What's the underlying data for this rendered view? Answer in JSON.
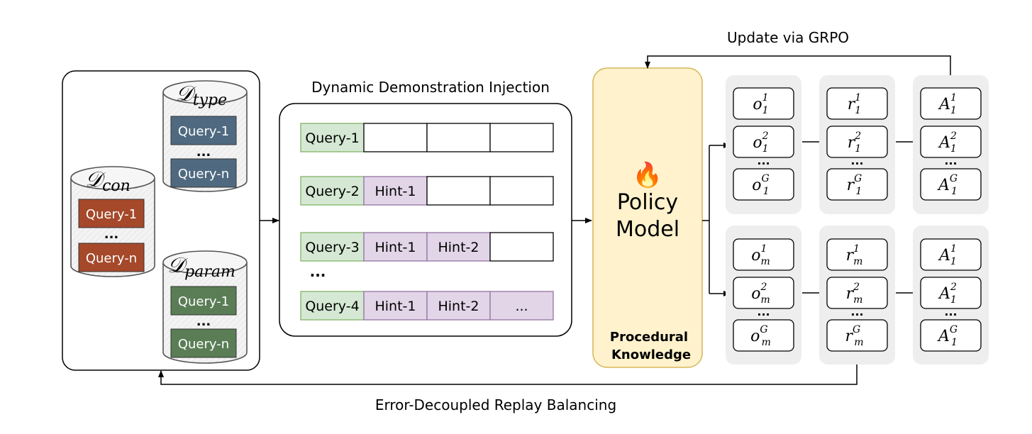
{
  "labels": {
    "update_via_grpo": "Update via GRPO",
    "dynamic_demo": "Dynamic Demonstration Injection",
    "replay_balancing": "Error-Decoupled Replay Balancing",
    "policy_line1": "Policy",
    "policy_line2": "Model",
    "procedural_line1": "Procedural",
    "procedural_line2": "Knowledge",
    "dots": "...",
    "fire_icon": "🔥"
  },
  "databases": {
    "con": {
      "symbol": "𝒟",
      "subscript": "con",
      "query_first": "Query-1",
      "query_last": "Query-n",
      "dots": "...",
      "color": "#a5492a"
    },
    "type": {
      "symbol": "𝒟",
      "subscript": "type",
      "query_first": "Query-1",
      "query_last": "Query-n",
      "dots": "...",
      "color": "#4f6a80"
    },
    "param": {
      "symbol": "𝒟",
      "subscript": "param",
      "query_first": "Query-1",
      "query_last": "Query-n",
      "dots": "...",
      "color": "#5a7d55"
    }
  },
  "injection_rows": [
    {
      "cells": [
        "Query-1",
        "",
        "",
        ""
      ],
      "kinds": [
        "query",
        "empty",
        "empty",
        "empty"
      ]
    },
    {
      "cells": [
        "Query-2",
        "Hint-1",
        "",
        ""
      ],
      "kinds": [
        "query",
        "hint",
        "empty",
        "empty"
      ]
    },
    {
      "cells": [
        "Query-3",
        "Hint-1",
        "Hint-2",
        ""
      ],
      "kinds": [
        "query",
        "hint",
        "hint",
        "empty"
      ]
    },
    {
      "cells": [
        "Query-4",
        "Hint-1",
        "Hint-2",
        "..."
      ],
      "kinds": [
        "query",
        "hint",
        "hint",
        "hint"
      ]
    }
  ],
  "outputs": {
    "top": {
      "o": [
        {
          "base": "o",
          "sub": "1",
          "sup": "1"
        },
        {
          "base": "o",
          "sub": "1",
          "sup": "2"
        },
        {
          "base": "o",
          "sub": "1",
          "sup": "G"
        }
      ],
      "r": [
        {
          "base": "r",
          "sub": "1",
          "sup": "1"
        },
        {
          "base": "r",
          "sub": "1",
          "sup": "2"
        },
        {
          "base": "r",
          "sub": "1",
          "sup": "G"
        }
      ],
      "A": [
        {
          "base": "A",
          "sub": "1",
          "sup": "1"
        },
        {
          "base": "A",
          "sub": "1",
          "sup": "2"
        },
        {
          "base": "A",
          "sub": "1",
          "sup": "G"
        }
      ]
    },
    "bottom": {
      "o": [
        {
          "base": "o",
          "sub": "m",
          "sup": "1"
        },
        {
          "base": "o",
          "sub": "m",
          "sup": "2"
        },
        {
          "base": "o",
          "sub": "m",
          "sup": "G"
        }
      ],
      "r": [
        {
          "base": "r",
          "sub": "m",
          "sup": "1"
        },
        {
          "base": "r",
          "sub": "m",
          "sup": "2"
        },
        {
          "base": "r",
          "sub": "m",
          "sup": "G"
        }
      ],
      "A": [
        {
          "base": "A",
          "sub": "1",
          "sup": "1"
        },
        {
          "base": "A",
          "sub": "1",
          "sup": "2"
        },
        {
          "base": "A",
          "sub": "1",
          "sup": "G"
        }
      ]
    }
  },
  "colors": {
    "query_fill": "#d5e8d4",
    "query_stroke": "#82b366",
    "hint_fill": "#e1d5e7",
    "hint_stroke": "#9673a6",
    "policy_fill": "#fff2cc",
    "policy_stroke": "#d6b656",
    "panel_gray": "#eeeeee"
  }
}
